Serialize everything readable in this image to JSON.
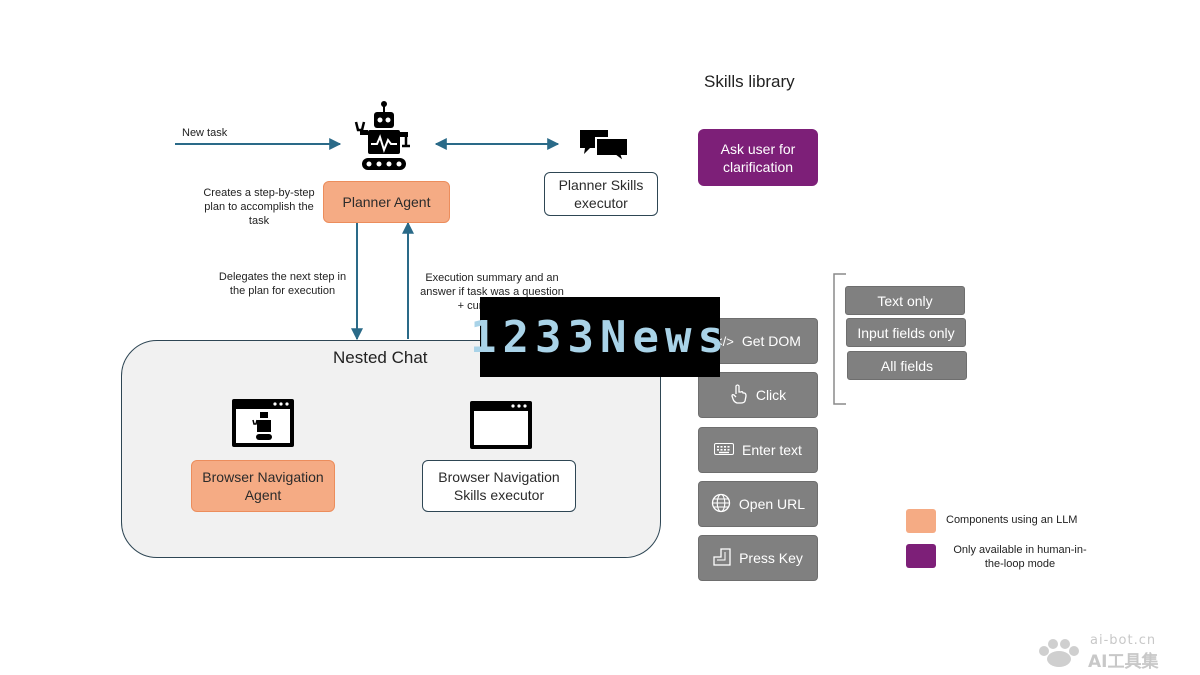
{
  "inputs": {
    "new_task": "New task"
  },
  "planner": {
    "agent_label": "Planner Agent",
    "description": "Creates a step-by-step plan to accomplish the task",
    "skills_executor_label": "Planner Skills executor"
  },
  "edges": {
    "delegates": "Delegates the next step in the plan for execution",
    "execution_summary": "Execution summary and an answer if task was a question + current URL"
  },
  "nested_chat": {
    "title": "Nested Chat",
    "browser_agent_label": "Browser Navigation Agent",
    "browser_skills_label": "Browser Navigation Skills executor"
  },
  "skills_library": {
    "title": "Skills library",
    "ask_user": "Ask user for clarification",
    "skills": [
      {
        "label": "Get DOM",
        "icon": "code-icon"
      },
      {
        "label": "Click",
        "icon": "hand-pointer-icon"
      },
      {
        "label": "Enter text",
        "icon": "keyboard-icon"
      },
      {
        "label": "Open URL",
        "icon": "globe-icon"
      },
      {
        "label": "Press Key",
        "icon": "key-press-icon"
      }
    ],
    "dom_options": [
      "Text only",
      "Input fields only",
      "All fields"
    ]
  },
  "legend": {
    "items": [
      {
        "label": "Components using an LLM",
        "color": "#f5ab84"
      },
      {
        "label": "Only available in human-in-the-loop mode",
        "color": "#7d1f78"
      }
    ]
  },
  "overlays": {
    "watermark_banner": "1233News",
    "logo_domain": "ai-bot.cn",
    "logo_name": "AI工具集"
  },
  "colors": {
    "arrow": "#2a6a88",
    "llm_component": "#f5ab84",
    "hitl_component": "#7d1f78",
    "skill_button": "#808080",
    "outline": "#2e4654"
  }
}
